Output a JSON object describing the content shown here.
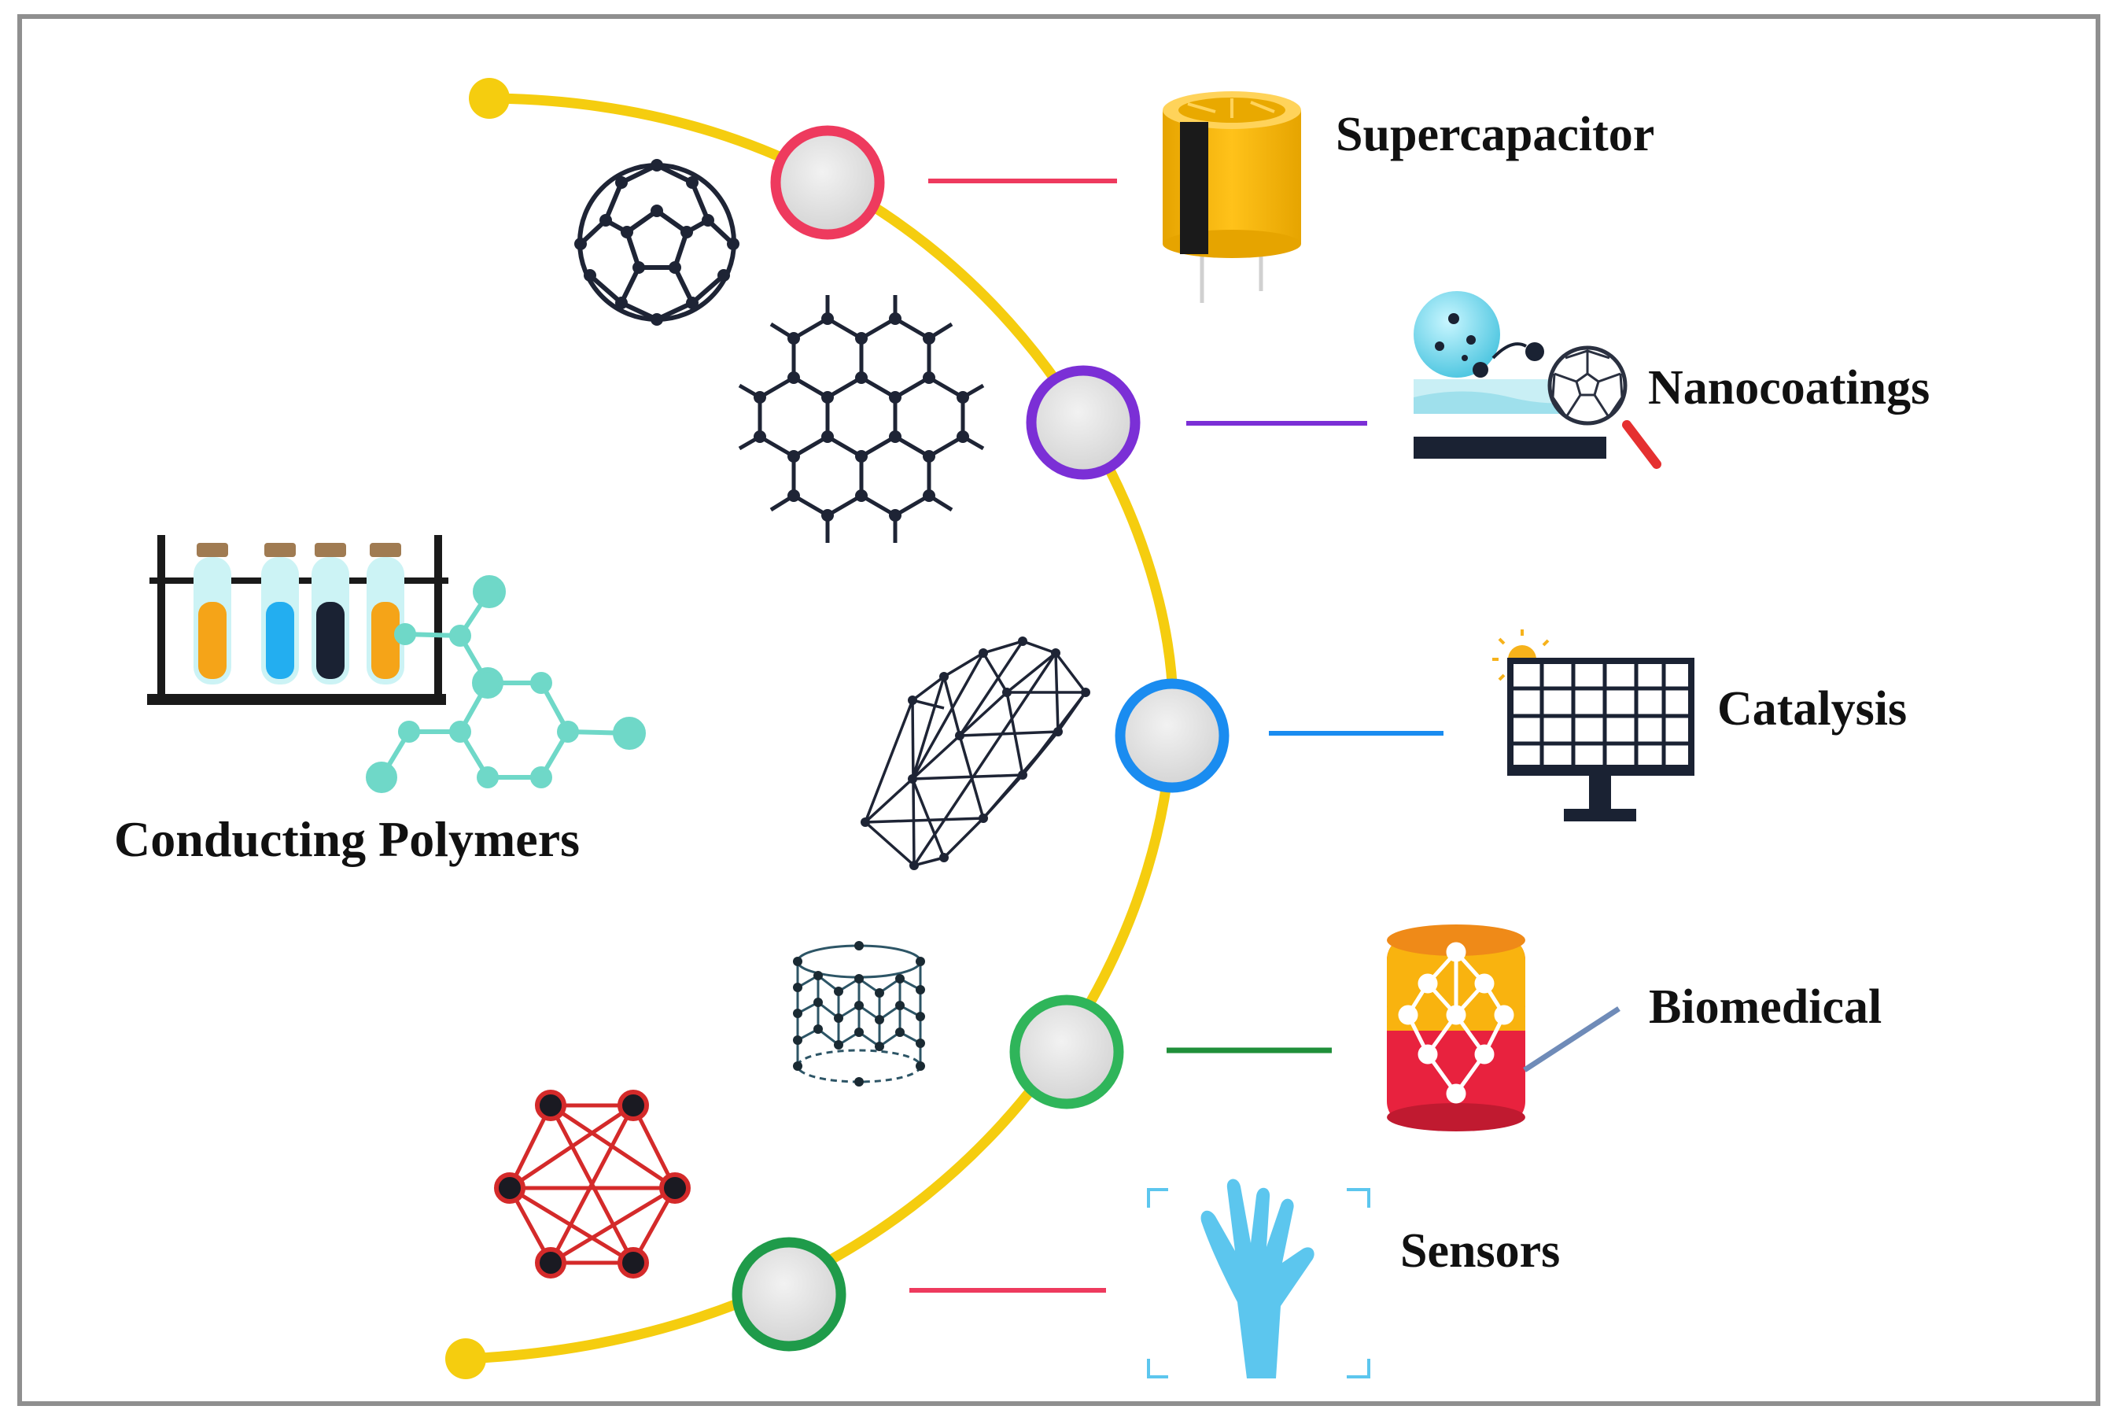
{
  "main_label": "Conducting Polymers",
  "applications": [
    {
      "label": "Supercapacitor",
      "color": "#ee3a5e"
    },
    {
      "label": "Nanocoatings",
      "color": "#7b2fd6"
    },
    {
      "label": "Catalysis",
      "color": "#1a8cf0"
    },
    {
      "label": "Biomedical",
      "color": "#2fb55a"
    },
    {
      "label": "Sensors",
      "color": "#1f9b4a"
    }
  ],
  "colors": {
    "arc": "#f5cd0f",
    "frame": "#8f8f8f",
    "node_fill": "#e6e6e6",
    "tube_orange": "#f5a418",
    "tube_blue": "#23aef0",
    "tube_dark": "#1a2233",
    "molecule_teal": "#6fd8c8",
    "network_red": "#d42a2a",
    "glove": "#5cc6ee"
  },
  "icons": [
    "test-tube-rack-icon",
    "molecule-icon",
    "fullerene-icon",
    "graphene-icon",
    "triangular-lattice-icon",
    "nanotube-icon",
    "network-icon",
    "capacitor-icon",
    "nanocoating-icon",
    "solar-panel-icon",
    "biomedical-cylinder-icon",
    "glove-icon"
  ]
}
